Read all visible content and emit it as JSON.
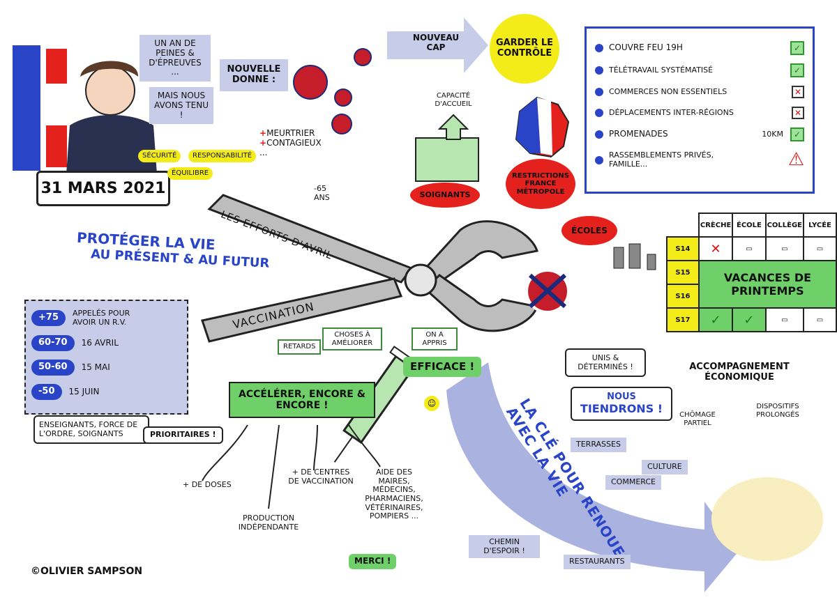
{
  "header": {
    "date": "31 MARS 2021",
    "speech_bubble": "UN AN DE PEINES & D'ÉPREUVES ...",
    "speech_bubble2": "MAIS NOUS AVONS TENU !",
    "values": [
      "SÉCURITÉ",
      "RESPONSABILITÉ",
      "ÉQUILIBRE"
    ],
    "nouvelle_donne": "NOUVELLE DONNE :",
    "virus_traits": [
      "MEURTRIER",
      "CONTAGIEUX",
      "..."
    ],
    "age_note": "-65 ANS"
  },
  "cap": {
    "nouveau_cap": "NOUVEAU CAP",
    "garder": "GARDER LE CONTRÔLE"
  },
  "measures": [
    {
      "label": "COUVRE FEU 19H",
      "status": "check"
    },
    {
      "label": "TÉLÉTRAVAIL SYSTÉMATISÉ",
      "status": "check"
    },
    {
      "label": "COMMERCES NON ESSENTIELS",
      "status": "cross"
    },
    {
      "label": "DÉPLACEMENTS INTER-RÉGIONS",
      "status": "cross"
    },
    {
      "label": "PROMENADES",
      "status": "check",
      "note": "10KM"
    },
    {
      "label": "RASSEMBLEMENTS PRIVÉS, FAMILLE...",
      "status": "warning"
    }
  ],
  "center": {
    "capacite": "CAPACITÉ D'ACCUEIL",
    "soignants": "SOIGNANTS",
    "restrictions": "RESTRICTIONS FRANCE MÉTROPOLE",
    "ecoles": "ÉCOLES",
    "efforts": "LES EFFORTS D'AVRIL",
    "vaccination": "VACCINATION",
    "proteger1": "PROTÉGER LA VIE",
    "proteger2": "AU PRÉSENT & AU FUTUR"
  },
  "schedule": {
    "columns": [
      "CRÈCHE",
      "ÉCOLE",
      "COLLÈGE",
      "LYCÉE"
    ],
    "rows": [
      "S14",
      "S15",
      "S16",
      "S17"
    ],
    "vacances": "VACANCES DE PRINTEMPS"
  },
  "vaccine_calendar": [
    {
      "age": "+75",
      "text": "APPELÉS POUR AVOIR UN R.V."
    },
    {
      "age": "60-70",
      "text": "16 AVRIL"
    },
    {
      "age": "50-60",
      "text": "15 MAI"
    },
    {
      "age": "-50",
      "text": "15 JUIN"
    }
  ],
  "priority": {
    "groups": "ENSEIGNANTS, FORCE DE L'ORDRE, SOIGNANTS",
    "label": "PRIORITAIRES !"
  },
  "lessons": {
    "retards": "RETARDS",
    "choses": "CHOSES À AMÉLIORER",
    "appris": "ON A APPRIS"
  },
  "acceleration": {
    "title": "ACCÉLÉRER, ENCORE & ENCORE !",
    "efficace": "EFFICACE !",
    "branches": [
      "+ DE DOSES",
      "PRODUCTION INDÉPENDANTE",
      "+ DE CENTRES DE VACCINATION",
      "AIDE DES MAIRES, MÉDECINS, PHARMACIENS, VÉTÉRINAIRES, POMPIERS ..."
    ],
    "merci": "MERCI !"
  },
  "unity": {
    "unis": "UNIS & DÉTERMINÉS !",
    "tiendrons1": "NOUS",
    "tiendrons2": "TIENDRONS !"
  },
  "economy": {
    "title": "ACCOMPAGNEMENT ÉCONOMIQUE",
    "items": [
      "CHÔMAGE PARTIEL",
      "DISPOSITIFS PROLONGÉS"
    ]
  },
  "future": {
    "arrow": "LA CLÉ POUR RENOUER AVEC LA VIE",
    "items": [
      "TERRASSES",
      "CULTURE",
      "COMMERCE",
      "RESTAURANTS"
    ],
    "chemin": "CHEMIN D'ESPOIR !"
  },
  "credit": "©OLIVIER SAMPSON",
  "colors": {
    "blue": "#2a44c8",
    "green": "#6fd06a",
    "red": "#e4211c",
    "yellow": "#f4ec18",
    "lavender": "#c7cce8"
  }
}
